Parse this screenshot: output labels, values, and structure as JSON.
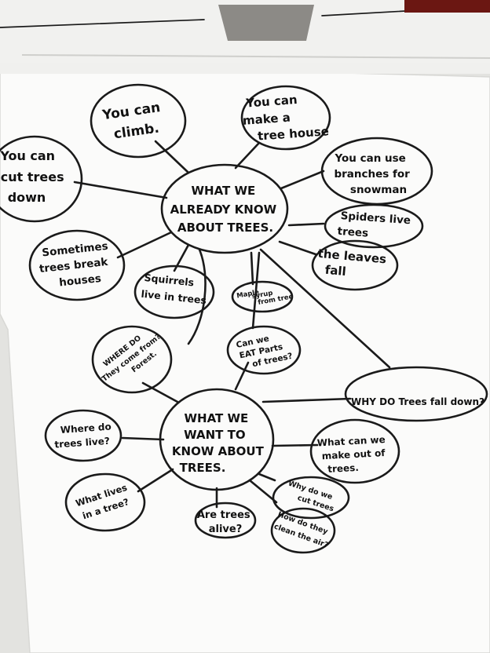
{
  "center_known": {
    "lines": [
      "WHAT WE",
      "ALREADY KNOW",
      "ABOUT TREES."
    ]
  },
  "center_want": {
    "lines": [
      "WHAT WE",
      "WANT TO",
      "KNOW ABOUT",
      "TREES."
    ]
  },
  "known_bubbles": [
    {
      "lines": [
        "You can",
        "climb."
      ]
    },
    {
      "lines": [
        "You can",
        "make a",
        "tree house"
      ]
    },
    {
      "lines": [
        "You can",
        "cut trees",
        "down"
      ]
    },
    {
      "lines": [
        "You can use",
        "branches for",
        "snowman"
      ]
    },
    {
      "lines": [
        "Spiders live",
        "trees"
      ]
    },
    {
      "lines": [
        "the leaves",
        "fall"
      ]
    },
    {
      "lines": [
        "Sometimes",
        "trees break",
        "houses"
      ]
    },
    {
      "lines": [
        "Squirrels",
        "live in trees"
      ]
    },
    {
      "lines": [
        "Maple",
        "syrup",
        "from tree"
      ]
    }
  ],
  "want_bubbles": [
    {
      "lines": [
        "WHERE DO",
        "They come from?",
        "Forest."
      ]
    },
    {
      "lines": [
        "Can we",
        "EAT Parts",
        "of trees?"
      ]
    },
    {
      "lines": [
        "WHY DO Trees fall down?"
      ]
    },
    {
      "lines": [
        "Where do",
        "trees live?"
      ]
    },
    {
      "lines": [
        "What can we",
        "make out of",
        "trees."
      ]
    },
    {
      "lines": [
        "What lives",
        "in a tree?"
      ]
    },
    {
      "lines": [
        "Why do we",
        "cut trees"
      ]
    },
    {
      "lines": [
        "How do they",
        "clean the air?"
      ]
    },
    {
      "lines": [
        "Are trees",
        "alive?"
      ]
    }
  ]
}
